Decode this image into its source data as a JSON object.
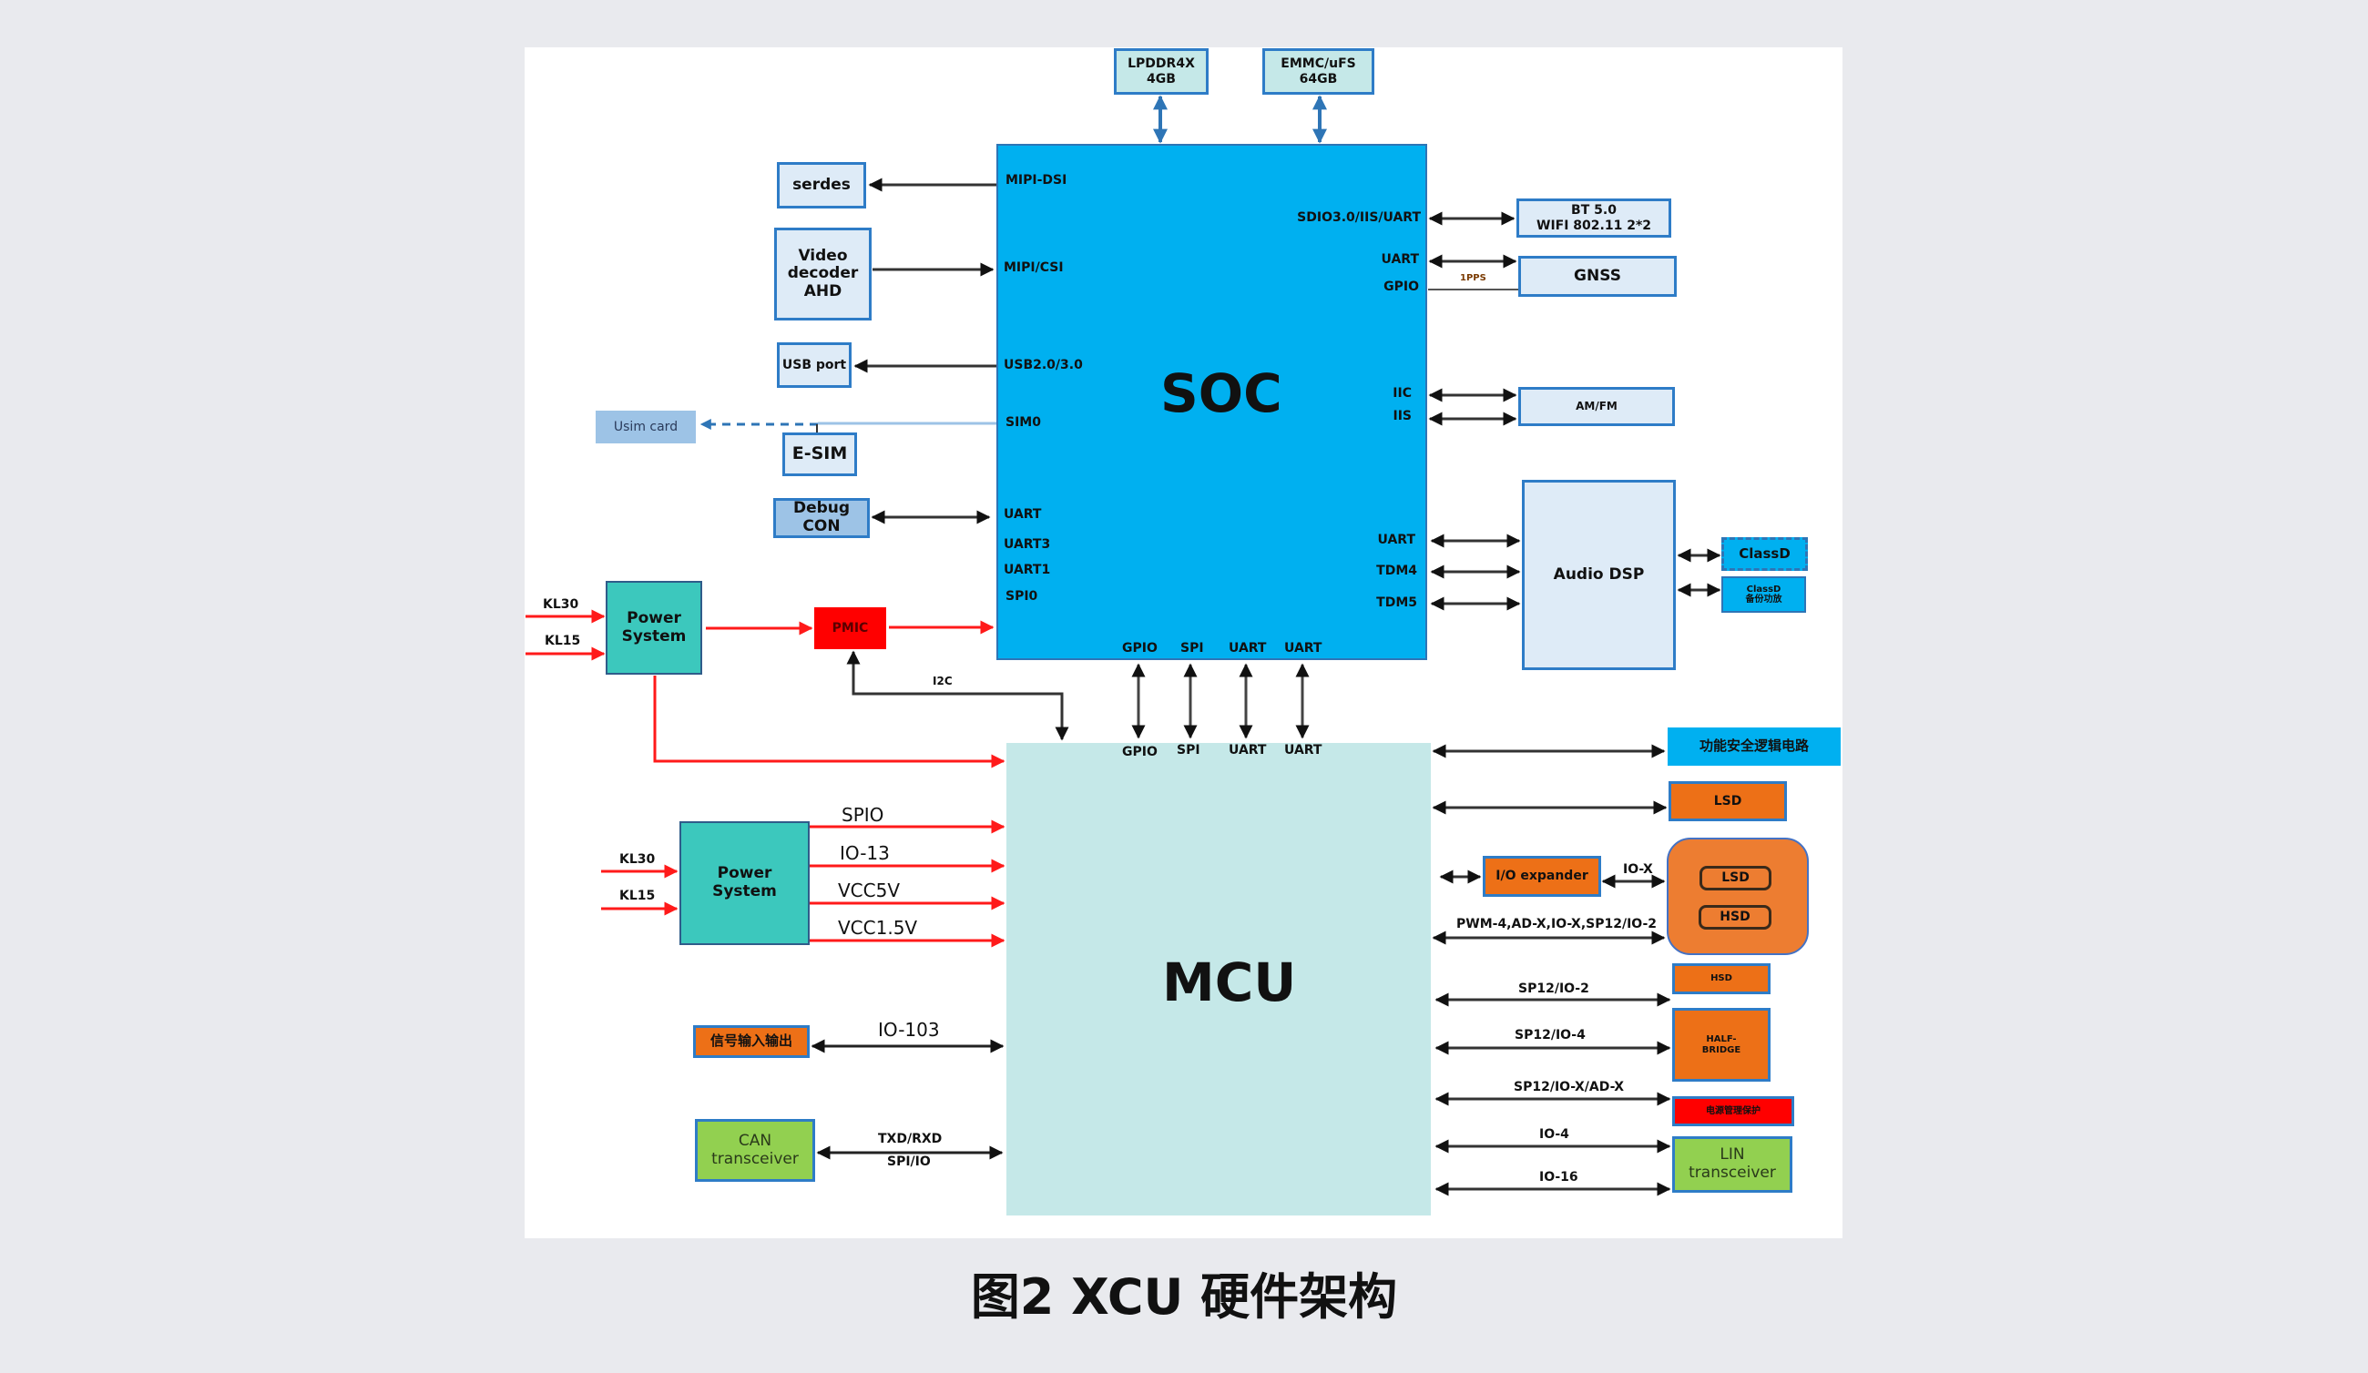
{
  "caption": "图2  XCU 硬件架构",
  "soc": {
    "title": "SOC",
    "left_ports": [
      "MIPI-DSI",
      "MIPI/CSI",
      "USB2.0/3.0",
      "SIM0",
      "UART",
      "UART3",
      "UART1",
      "SPI0"
    ],
    "right_ports": [
      "SDIO3.0/IIS/UART",
      "UART",
      "GPIO",
      "IIC",
      "IIS",
      "UART",
      "TDM4",
      "TDM5"
    ],
    "bottom_ports": [
      "GPIO",
      "SPI",
      "UART",
      "UART"
    ]
  },
  "mcu": {
    "title": "MCU",
    "top_ports": [
      "GPIO",
      "SPI",
      "UART",
      "UART"
    ]
  },
  "memory": [
    {
      "label": "LPDDR4X\n4GB"
    },
    {
      "label": "EMMC/uFS\n64GB"
    }
  ],
  "soc_left_blocks": {
    "serdes": "serdes",
    "video": "Video\ndecoder\nAHD",
    "usb": "USB port",
    "usim": "Usim card",
    "esim": "E-SIM",
    "debug": "Debug\nCON"
  },
  "soc_right_blocks": {
    "bt_wifi": "BT 5.0\nWIFI 802.11 2*2",
    "gnss": "GNSS",
    "pps_label": "1PPS",
    "amfm": "AM/FM",
    "audio_dsp": "Audio DSP",
    "classd": "ClassD",
    "classd_backup": "ClassD\n备份功放"
  },
  "power_top": {
    "label": "Power\nSystem",
    "inputs": [
      "KL30",
      "KL15"
    ],
    "pmic": "PMIC",
    "i2c_label": "I2C"
  },
  "power_mcu": {
    "label": "Power\nSystem",
    "inputs": [
      "KL30",
      "KL15"
    ],
    "outputs": [
      "SPIO",
      "IO-13",
      "VCC5V",
      "VCC1.5V"
    ]
  },
  "mcu_left_blocks": {
    "signal_io": "信号输入输出",
    "signal_io_bus": "IO-103",
    "can": "CAN\ntransceiver",
    "can_bus_top": "TXD/RXD",
    "can_bus_bottom": "SPI/IO"
  },
  "mcu_right_blocks": {
    "safety_logic": "功能安全逻辑电路",
    "lsd": "LSD",
    "io_expander": "I/O expander",
    "io_x": "IO-X",
    "group_lsd": "LSD",
    "group_hsd": "HSD",
    "pwm_bus": "PWM-4,AD-X,IO-X,SP12/IO-2",
    "hsd_bus": "SP12/IO-2",
    "hsd": "HSD",
    "hb_bus1": "SP12/IO-4",
    "hb_bus2": "SP12/IO-X/AD-X",
    "half_bridge": "HALF-\nBRIDGE",
    "red_bus": "IO-4",
    "red_box": "电源管理保护",
    "lin_bus": "IO-16",
    "lin": "LIN\ntransceiver"
  },
  "colors": {
    "soc_blue": "#00b0f0",
    "mcu_teal": "#c5e8e8",
    "power_teal": "#3cc8bd",
    "orange": "#ed7017",
    "red": "#ff0000",
    "green": "#92d050",
    "power_line": "#ff2a2a"
  }
}
